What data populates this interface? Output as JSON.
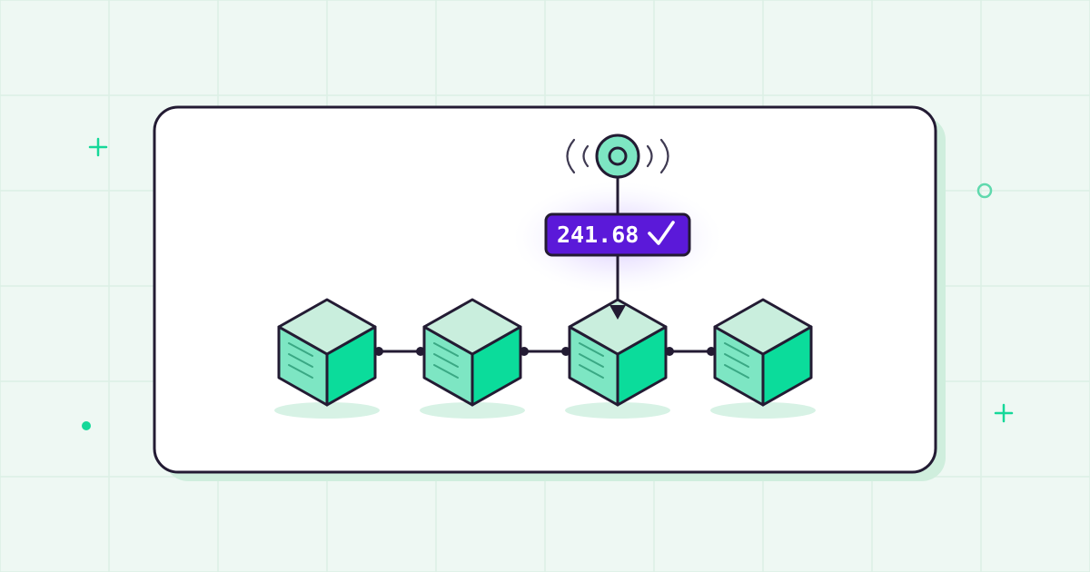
{
  "oracle_badge": {
    "value": "241.68",
    "check_icon": "checkmark-icon"
  },
  "icons": {
    "oracle": "broadcast-signal-icon",
    "blocks": "cube-icon",
    "decor_plus": "plus-icon",
    "decor_ring": "ring-icon",
    "decor_dot": "dot-icon"
  },
  "colors": {
    "background": "#eef8f3",
    "grid_line": "#dcefe5",
    "card": "#ffffff",
    "card_shadow": "#cfeedd",
    "outline": "#231b33",
    "cube_top": "#c9eedd",
    "cube_left": "#7de6c3",
    "cube_right": "#0bdc9b",
    "cube_shadow": "#d7f2e5",
    "badge": "#5b19d9",
    "badge_glow": "#c9b5ff",
    "badge_text": "#ffffff",
    "signal_wave": "#3f3a52",
    "accent_green": "#15d899"
  },
  "chain": {
    "block_count": 4,
    "target_block": 3
  }
}
